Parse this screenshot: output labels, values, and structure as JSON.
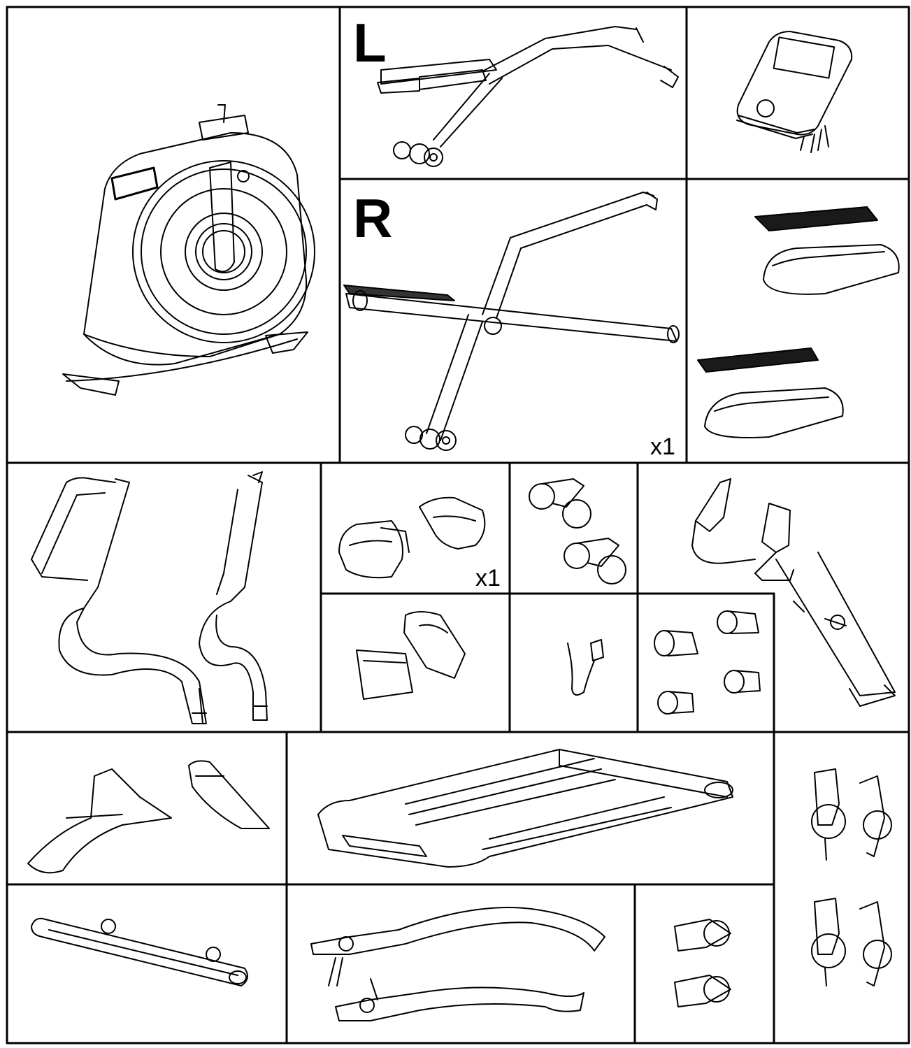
{
  "labels": {
    "left_arm": "L",
    "right_arm": "R",
    "qty_right_arm": "x1",
    "qty_pedal_covers": "x1"
  },
  "colors": {
    "line": "#000000",
    "background": "#ffffff",
    "tread": "#1a1a1a"
  },
  "icons": [
    "main-frame-icon",
    "left-pedal-arm-icon",
    "console-icon",
    "right-pedal-arm-icon",
    "pedal-icon",
    "handlebar-icon",
    "cover-icon",
    "bracket-icon",
    "front-post-icon",
    "adapter-icon",
    "rear-stabilizer-icon",
    "front-stabilizer-icon",
    "swing-arm-icon"
  ]
}
